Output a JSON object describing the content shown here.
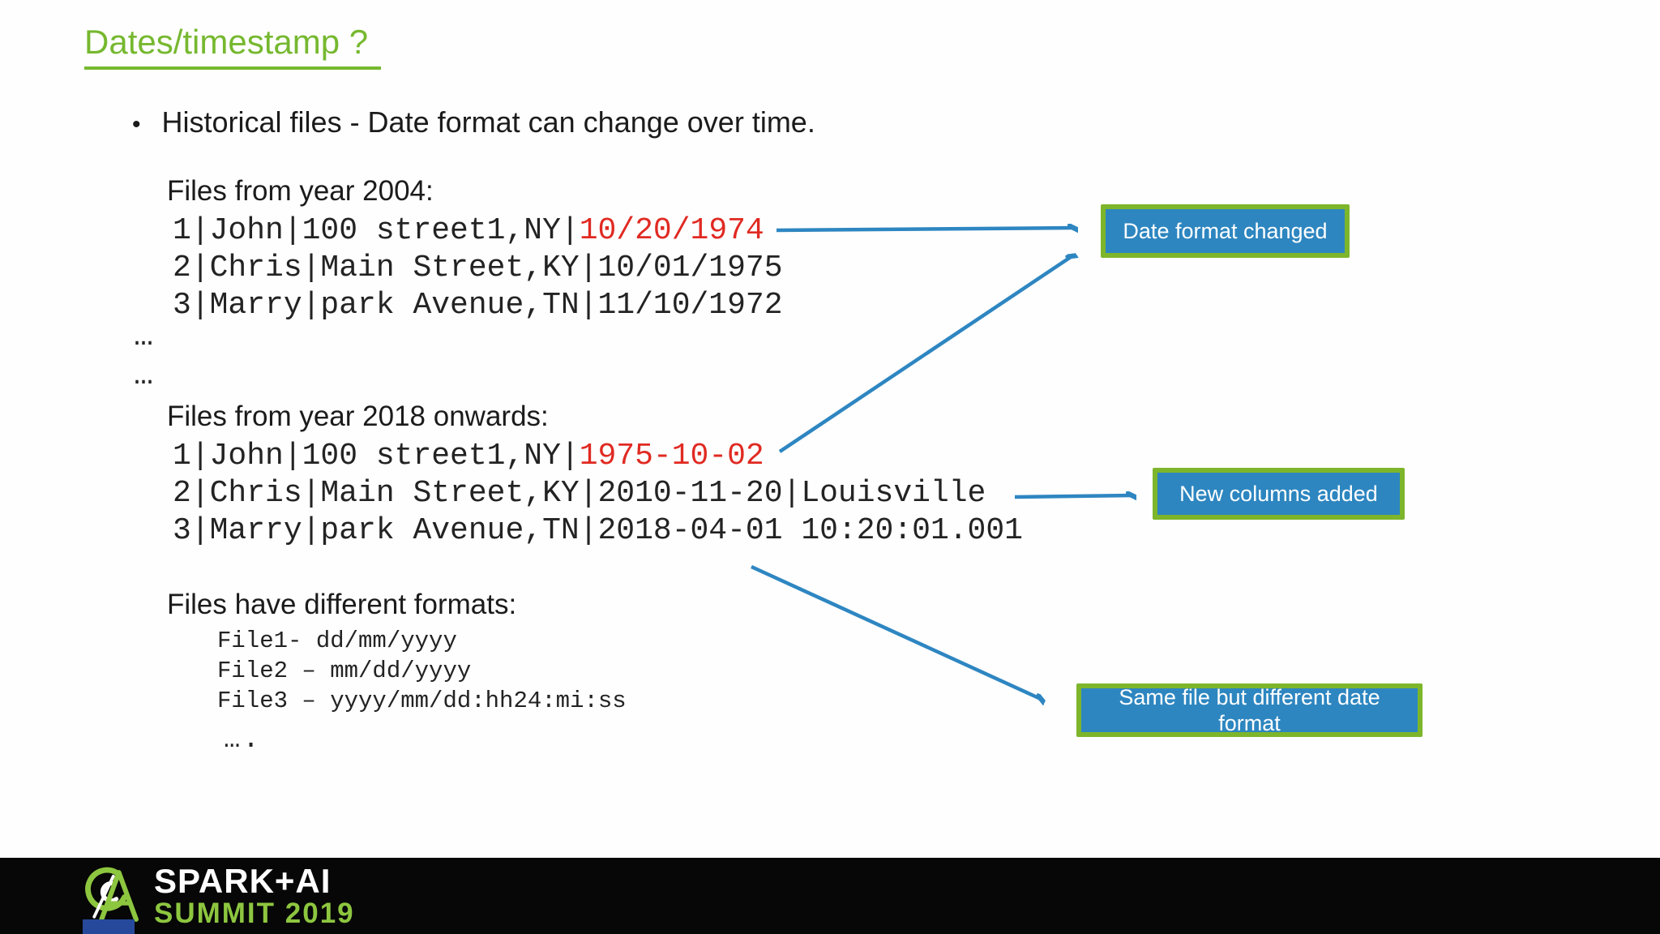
{
  "colors": {
    "title_green": "#76b82f",
    "callout_blue": "#2d86c0",
    "callout_border_green": "#7db52b",
    "arrow_blue": "#2e86c1",
    "highlight_red": "#e02a22",
    "footer_black": "#070707",
    "brand_green": "#8dc63f"
  },
  "title": "Dates/timestamp ?",
  "bullet": {
    "glyph": "•",
    "text": "Historical files - Date format can change over time."
  },
  "section_2004": {
    "heading": "Files from year 2004:",
    "line1_pre": "1|John|100 street1,NY|",
    "line1_date": "10/20/1974",
    "line2": "2|Chris|Main Street,KY|10/01/1975",
    "line3": "3|Marry|park Avenue,TN|11/10/1972"
  },
  "ellipsis": {
    "line1": "…",
    "line2": "…"
  },
  "section_2018": {
    "heading": "Files from year 2018 onwards:",
    "line1_pre": "1|John|100 street1,NY|",
    "line1_date": "1975-10-02",
    "line2": "2|Chris|Main Street,KY|2010-11-20|Louisville",
    "line3": "3|Marry|park Avenue,TN|2018-04-01 10:20:01.001"
  },
  "section_formats": {
    "heading": "Files have different formats:",
    "line1": "File1- dd/mm/yyyy",
    "line2": "File2 – mm/dd/yyyy",
    "line3": "File3 – yyyy/mm/dd:hh24:mi:ss",
    "line4": "…."
  },
  "callouts": {
    "date_format_changed": "Date format changed",
    "new_columns_added": "New columns added",
    "same_file_different_format": "Same file but different date format"
  },
  "footer": {
    "logo_icon": "spark-ai-summit-logo",
    "brand_top": "SPARK+AI",
    "brand_bottom": "SUMMIT 2019"
  }
}
